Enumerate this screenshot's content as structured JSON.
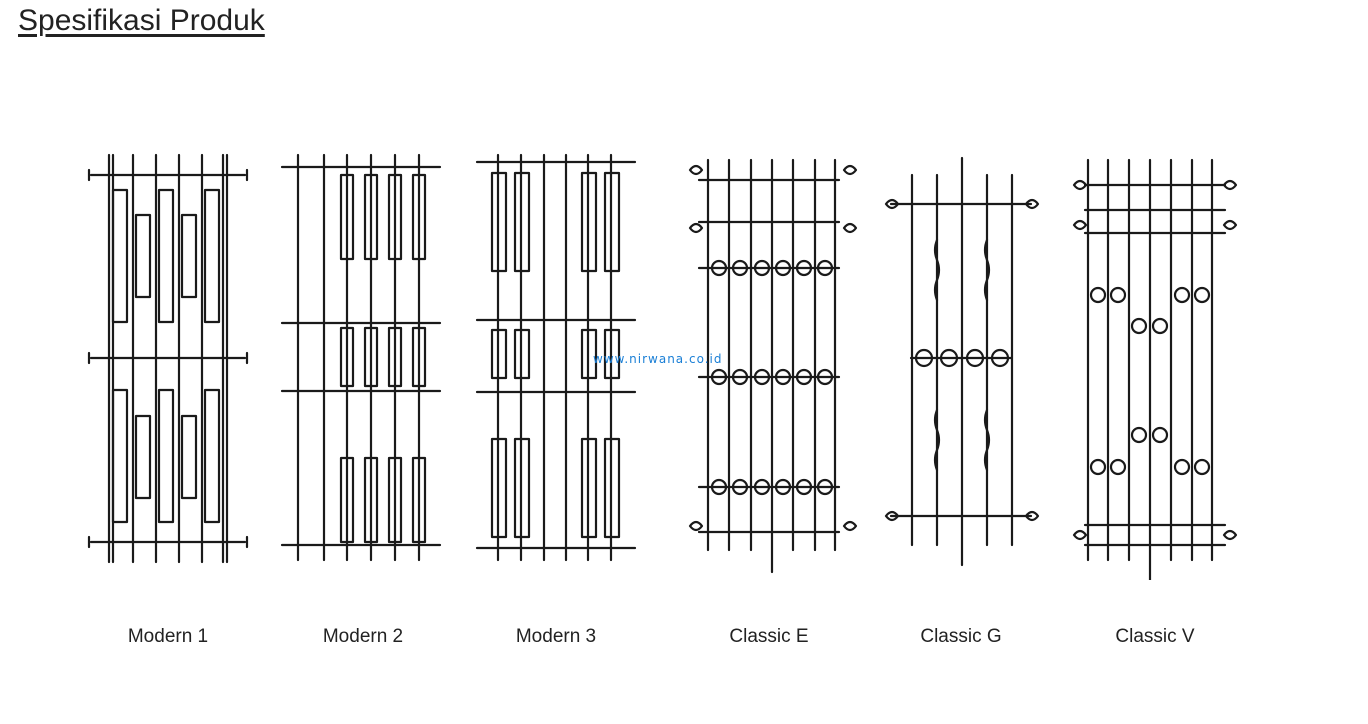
{
  "page": {
    "title": "Spesifikasi Produk",
    "watermark": "www.nirwana.co.id",
    "watermark_color": "#1a7fd6"
  },
  "products": [
    {
      "name": "Modern 1",
      "style": "modern"
    },
    {
      "name": "Modern 2",
      "style": "modern"
    },
    {
      "name": "Modern 3",
      "style": "modern"
    },
    {
      "name": "Classic E",
      "style": "classic"
    },
    {
      "name": "Classic G",
      "style": "classic"
    },
    {
      "name": "Classic V",
      "style": "classic"
    }
  ]
}
